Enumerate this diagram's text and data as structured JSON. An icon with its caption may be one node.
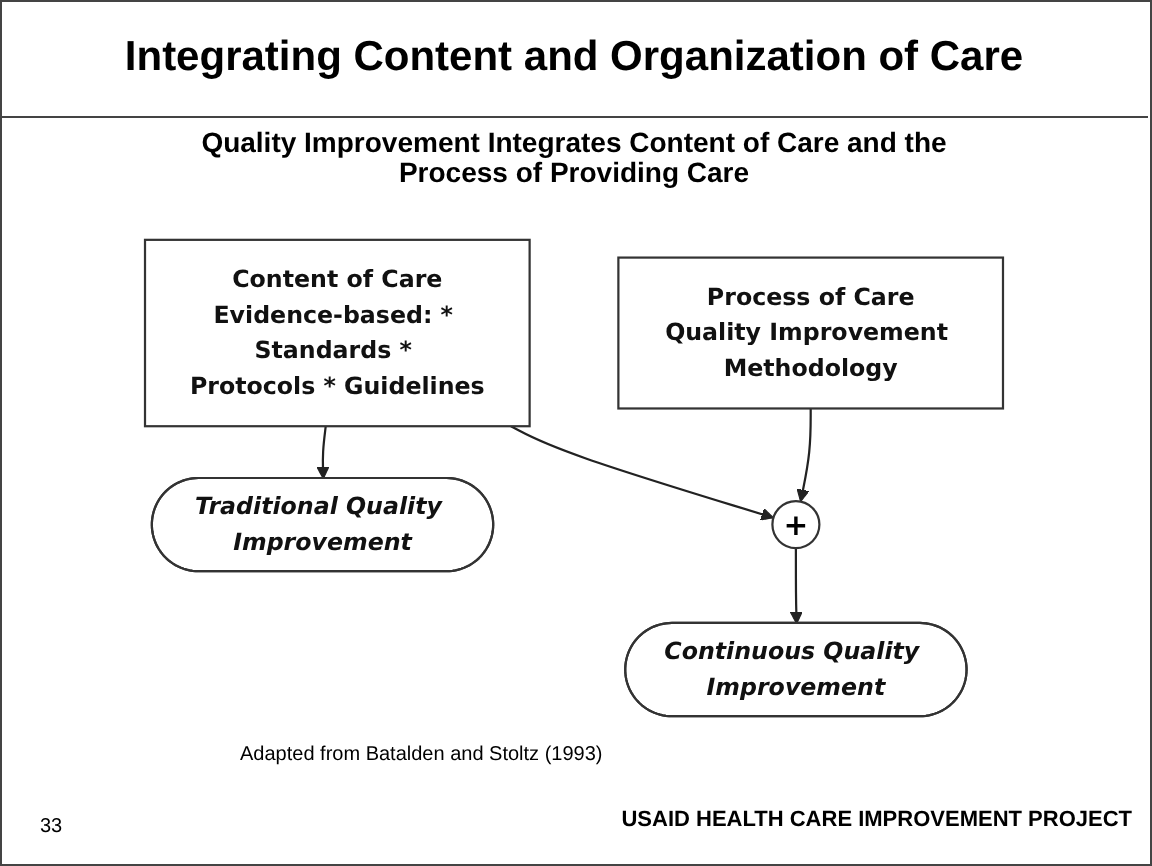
{
  "diagram": {
    "title": "Integrating Content and Organization of Care",
    "caption": "Adapted from Batalden and Stoltz (1993)",
    "nodes": [
      {
        "text": [
          "Content of Care",
          "Evidence-based: * Standards * Protocols * Guidelines"
        ]
      },
      {
        "text": [
          "Process of Care",
          "Quality Improvement Methodology"
        ]
      },
      {
        "text": [
          "+"
        ]
      },
      {
        "text": [
          "Traditional Quality Improvement"
        ]
      },
      {
        "text": [
          "Continuous Quality Improvement"
        ]
      }
    ],
    "edges": [
      {
        "from": 0,
        "to": 3,
        "arrow": "to"
      },
      {
        "from": 0,
        "to": 2,
        "arrow": "to"
      },
      {
        "from": 1,
        "to": 2,
        "arrow": "to"
      },
      {
        "from": 2,
        "to": 4,
        "arrow": "to"
      }
    ],
    "labels": [
      "Quality Improvement Integrates Content of Care and the Process of Providing Care",
      "33",
      "USAID HEALTH CARE IMPROVEMENT PROJECT"
    ]
  }
}
